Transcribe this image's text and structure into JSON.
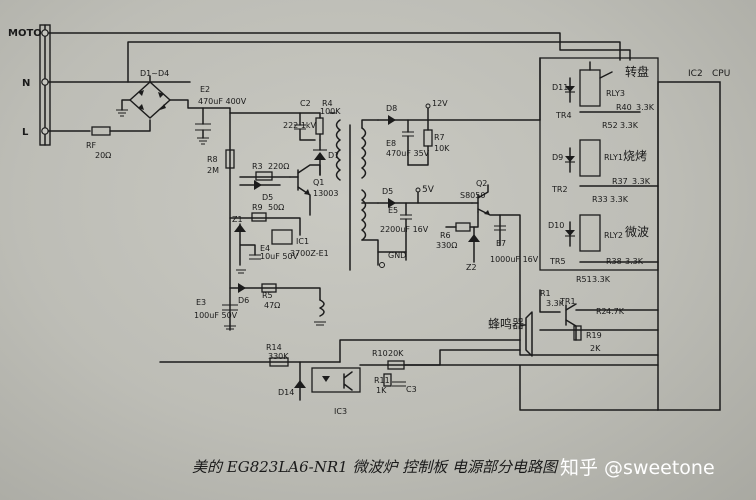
{
  "terminals": {
    "moto": "MOTO",
    "n": "N",
    "l": "L"
  },
  "components": {
    "bridge": "D1~D4",
    "e2": "E2",
    "e2_val": "470uF 400V",
    "rf": "RF",
    "rf_val": "20Ω",
    "r8": "R8",
    "r8_val": "2M",
    "c2": "C2",
    "c2_val": "222 1kV",
    "r4": "R4",
    "r4_val": "100K",
    "d7": "D7",
    "r3": "R3",
    "r3_val": "220Ω",
    "d5": "D5",
    "q1": "Q1",
    "q1_val": "13003",
    "z1": "Z1",
    "r9": "R9",
    "r9_val": "50Ω",
    "e4": "E4",
    "e4_val": "10uF 50V",
    "ic1": "IC1",
    "ic1_val": "3700Z-E1",
    "d6": "D6",
    "r5": "R5",
    "r5_val": "47Ω",
    "e3": "E3",
    "e3_val": "100uF 50V",
    "d8": "D8",
    "v12": "12V",
    "e8": "E8",
    "e8_val": "470uF 35V",
    "r7": "R7",
    "r7_val": "10K",
    "d5b": "D5",
    "v5": "5V",
    "e5": "E5",
    "e5_val": "2200uF 16V",
    "q2": "Q2",
    "q2_val": "S8050",
    "r6": "R6",
    "r6_val": "330Ω",
    "z2": "Z2",
    "e7": "E7",
    "e7_val": "1000uF 16V",
    "gnd": "GND",
    "r14": "R14",
    "r14_val": "330K",
    "d14": "D14",
    "r10": "R10",
    "r10_val": "20K",
    "r11": "R11",
    "r11_val": "1K",
    "c3": "C3",
    "ic3": "IC3",
    "d11": "D11",
    "rly3": "RLY3",
    "tr4": "TR4",
    "r40": "R40",
    "r40_val": "3.3K",
    "r52": "R52",
    "r52_val": "3.3K",
    "d9": "D9",
    "rly1": "RLY1",
    "tr2": "TR2",
    "r37": "R37",
    "r37_val": "3.3K",
    "r33": "R33",
    "r33_val": "3.3K",
    "d10": "D10",
    "rly2": "RLY2",
    "tr5": "TR5",
    "r38": "R38",
    "r38_val": "3.3K",
    "r51": "R51",
    "r51_val": "3.3K",
    "r1": "R1",
    "r1_val": "3.3K",
    "tr1": "TR1",
    "r2": "R2",
    "r2_val": "4.7K",
    "r19": "R19",
    "r19_val": "2K",
    "ic2": "IC2",
    "ic2_val": "CPU"
  },
  "chinese_labels": {
    "turntable": "转盘",
    "grill": "烧烤",
    "microwave": "微波",
    "buzzer": "蜂鸣器"
  },
  "caption": "美的 EG823LA6-NR1 微波炉 控制板 电源部分电路图",
  "watermark": "知乎 @sweetone"
}
